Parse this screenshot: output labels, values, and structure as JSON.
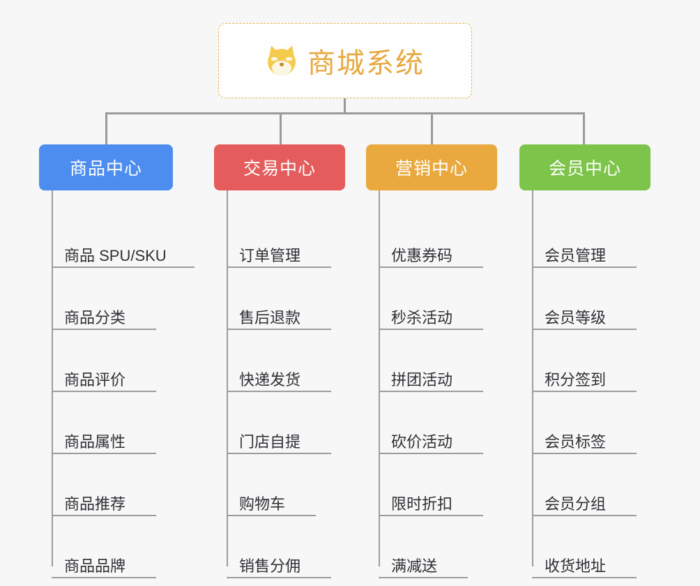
{
  "page": {
    "background_color": "#f7f7f7",
    "type": "mindmap",
    "title": "商城系统"
  },
  "root": {
    "label": "商城系统",
    "icon": "shiba-inu-face-icon",
    "emoji": "🐶",
    "text_color": "#e8a93f",
    "border_color": "#e8b04a",
    "background_color": "#fefefe",
    "border_style": "dashed"
  },
  "connector": {
    "color": "#9a9a9a"
  },
  "categories": [
    {
      "label": "商品中心",
      "color": "#4d8df0",
      "text_color": "#ffffff",
      "items": [
        "商品 SPU/SKU",
        "商品分类",
        "商品评价",
        "商品属性",
        "商品推荐",
        "商品品牌"
      ]
    },
    {
      "label": "交易中心",
      "color": "#e45c5c",
      "text_color": "#ffffff",
      "items": [
        "订单管理",
        "售后退款",
        "快递发货",
        "门店自提",
        "购物车",
        "销售分佣"
      ]
    },
    {
      "label": "营销中心",
      "color": "#e9a93e",
      "text_color": "#ffffff",
      "items": [
        "优惠券码",
        "秒杀活动",
        "拼团活动",
        "砍价活动",
        "限时折扣",
        "满减送"
      ]
    },
    {
      "label": "会员中心",
      "color": "#7dc44a",
      "text_color": "#ffffff",
      "items": [
        "会员管理",
        "会员等级",
        "积分签到",
        "会员标签",
        "会员分组",
        "收货地址"
      ]
    }
  ]
}
